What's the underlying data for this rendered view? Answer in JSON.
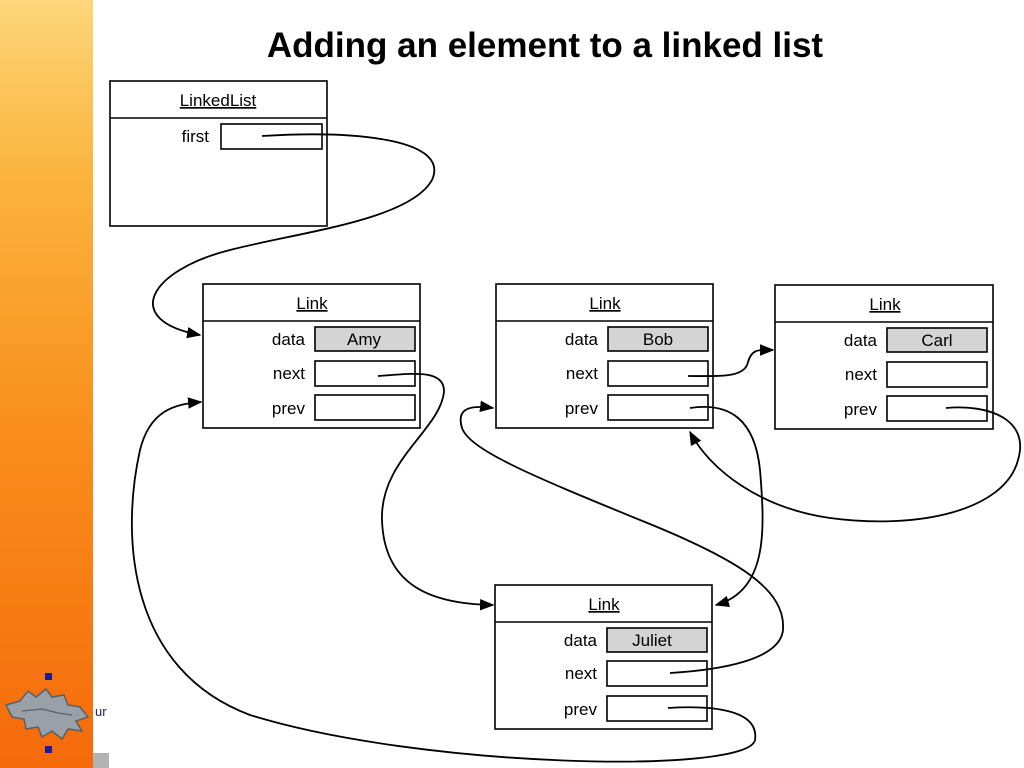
{
  "slide": {
    "title": "Adding an element to a linked list",
    "footer_fragment": "ur"
  },
  "linked_list": {
    "header": "LinkedList",
    "field": "first"
  },
  "links": [
    {
      "header": "Link",
      "data_label": "data",
      "next_label": "next",
      "prev_label": "prev",
      "value": "Amy"
    },
    {
      "header": "Link",
      "data_label": "data",
      "next_label": "next",
      "prev_label": "prev",
      "value": "Bob"
    },
    {
      "header": "Link",
      "data_label": "data",
      "next_label": "next",
      "prev_label": "prev",
      "value": "Carl"
    },
    {
      "header": "Link",
      "data_label": "data",
      "next_label": "next",
      "prev_label": "prev",
      "value": "Juliet"
    }
  ],
  "colors": {
    "band_top": "#fdd67a",
    "band_bottom": "#f56a0a",
    "filled_field": "#d4d4d4",
    "bullet": "#1a1aa0"
  },
  "icons": [
    "university-logo-icon"
  ]
}
